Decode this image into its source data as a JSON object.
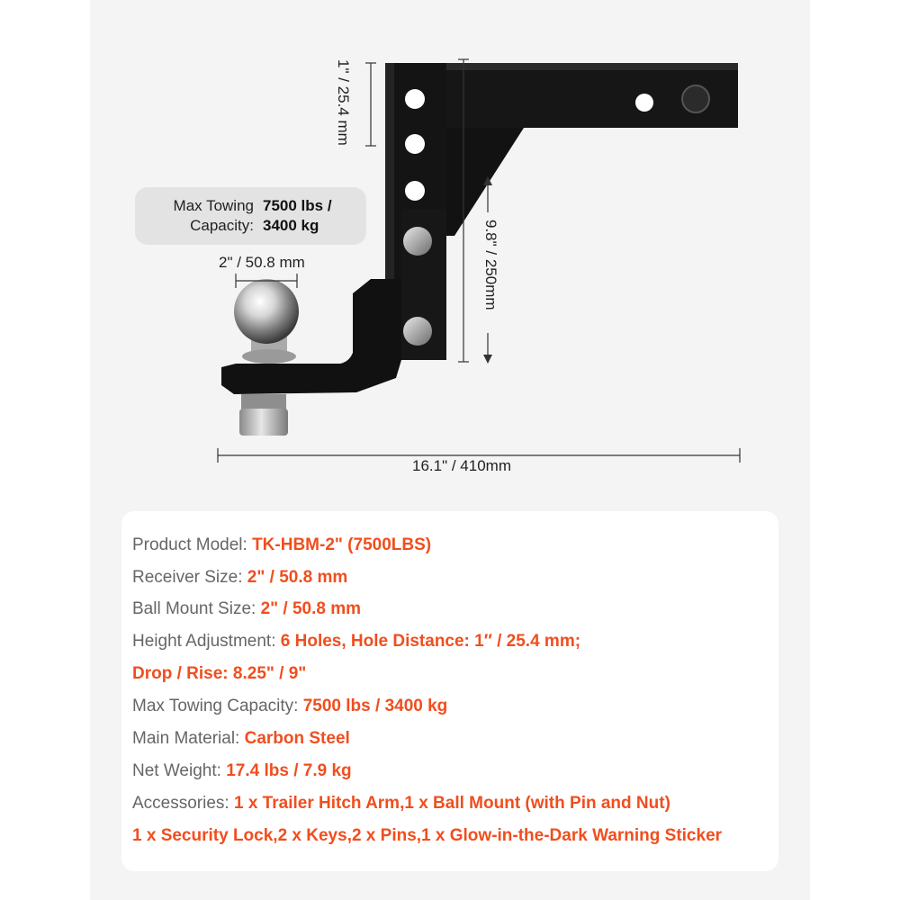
{
  "dimensions": {
    "hole_distance": "1\" / 25.4 mm",
    "ball_size": "2\" / 50.8 mm",
    "total_length": "16.1\" / 410mm",
    "shank_height": "9.8\" / 250mm"
  },
  "tow_box": {
    "label_line1": "Max Towing",
    "label_line2": "Capacity:",
    "value_line1": "7500 lbs /",
    "value_line2": "3400 kg"
  },
  "specs": [
    {
      "key": "Product Model: ",
      "value": "TK-HBM-2\" (7500LBS)"
    },
    {
      "key": "Receiver Size: ",
      "value": "2\" / 50.8 mm"
    },
    {
      "key": "Ball Mount Size: ",
      "value": "2\" / 50.8 mm"
    },
    {
      "key": "Height Adjustment: ",
      "value": "6 Holes, Hole Distance: 1″ / 25.4 mm;"
    },
    {
      "key": "",
      "value": "Drop / Rise: 8.25\" / 9\""
    },
    {
      "key": "Max Towing Capacity: ",
      "value": "7500 lbs / 3400 kg"
    },
    {
      "key": "Main Material: ",
      "value": "Carbon Steel"
    },
    {
      "key": "Net Weight: ",
      "value": "17.4 lbs / 7.9 kg"
    },
    {
      "key": "Accessories: ",
      "value": "1 x Trailer Hitch Arm,1 x Ball Mount (with Pin and Nut)"
    },
    {
      "key": "",
      "value": "1 x Security Lock,2 x Keys,2 x Pins,1 x Glow-in-the-Dark Warning Sticker"
    }
  ],
  "colors": {
    "accent": "#f04e1e",
    "key_text": "#666666",
    "steel": "#141414",
    "chrome": "#c8c8c8"
  }
}
